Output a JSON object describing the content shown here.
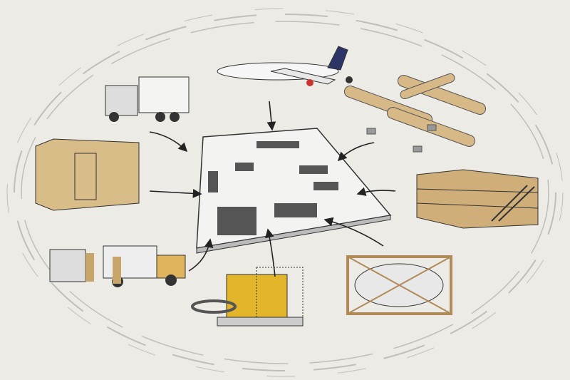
{
  "diagram": {
    "center": {
      "name": "base-camp-layout",
      "icon": "site-plan-icon"
    },
    "items": [
      {
        "name": "cargo-truck",
        "icon": "truck-icon"
      },
      {
        "name": "airplane",
        "icon": "airplane-icon"
      },
      {
        "name": "tent-complex",
        "icon": "tent-icon"
      },
      {
        "name": "generator-container",
        "icon": "container-icon"
      },
      {
        "name": "modular-building",
        "icon": "building-icon"
      },
      {
        "name": "garbage-truck",
        "icon": "garbage-truck-icon"
      },
      {
        "name": "power-generator",
        "icon": "generator-icon"
      },
      {
        "name": "tank-container",
        "icon": "tank-icon"
      }
    ]
  },
  "colors": {
    "background": "#ecebe5",
    "sketch": "#3a3a3a",
    "tan": "#d2b685",
    "yellow": "#e3b52a",
    "platform": "#f2f2f0"
  }
}
